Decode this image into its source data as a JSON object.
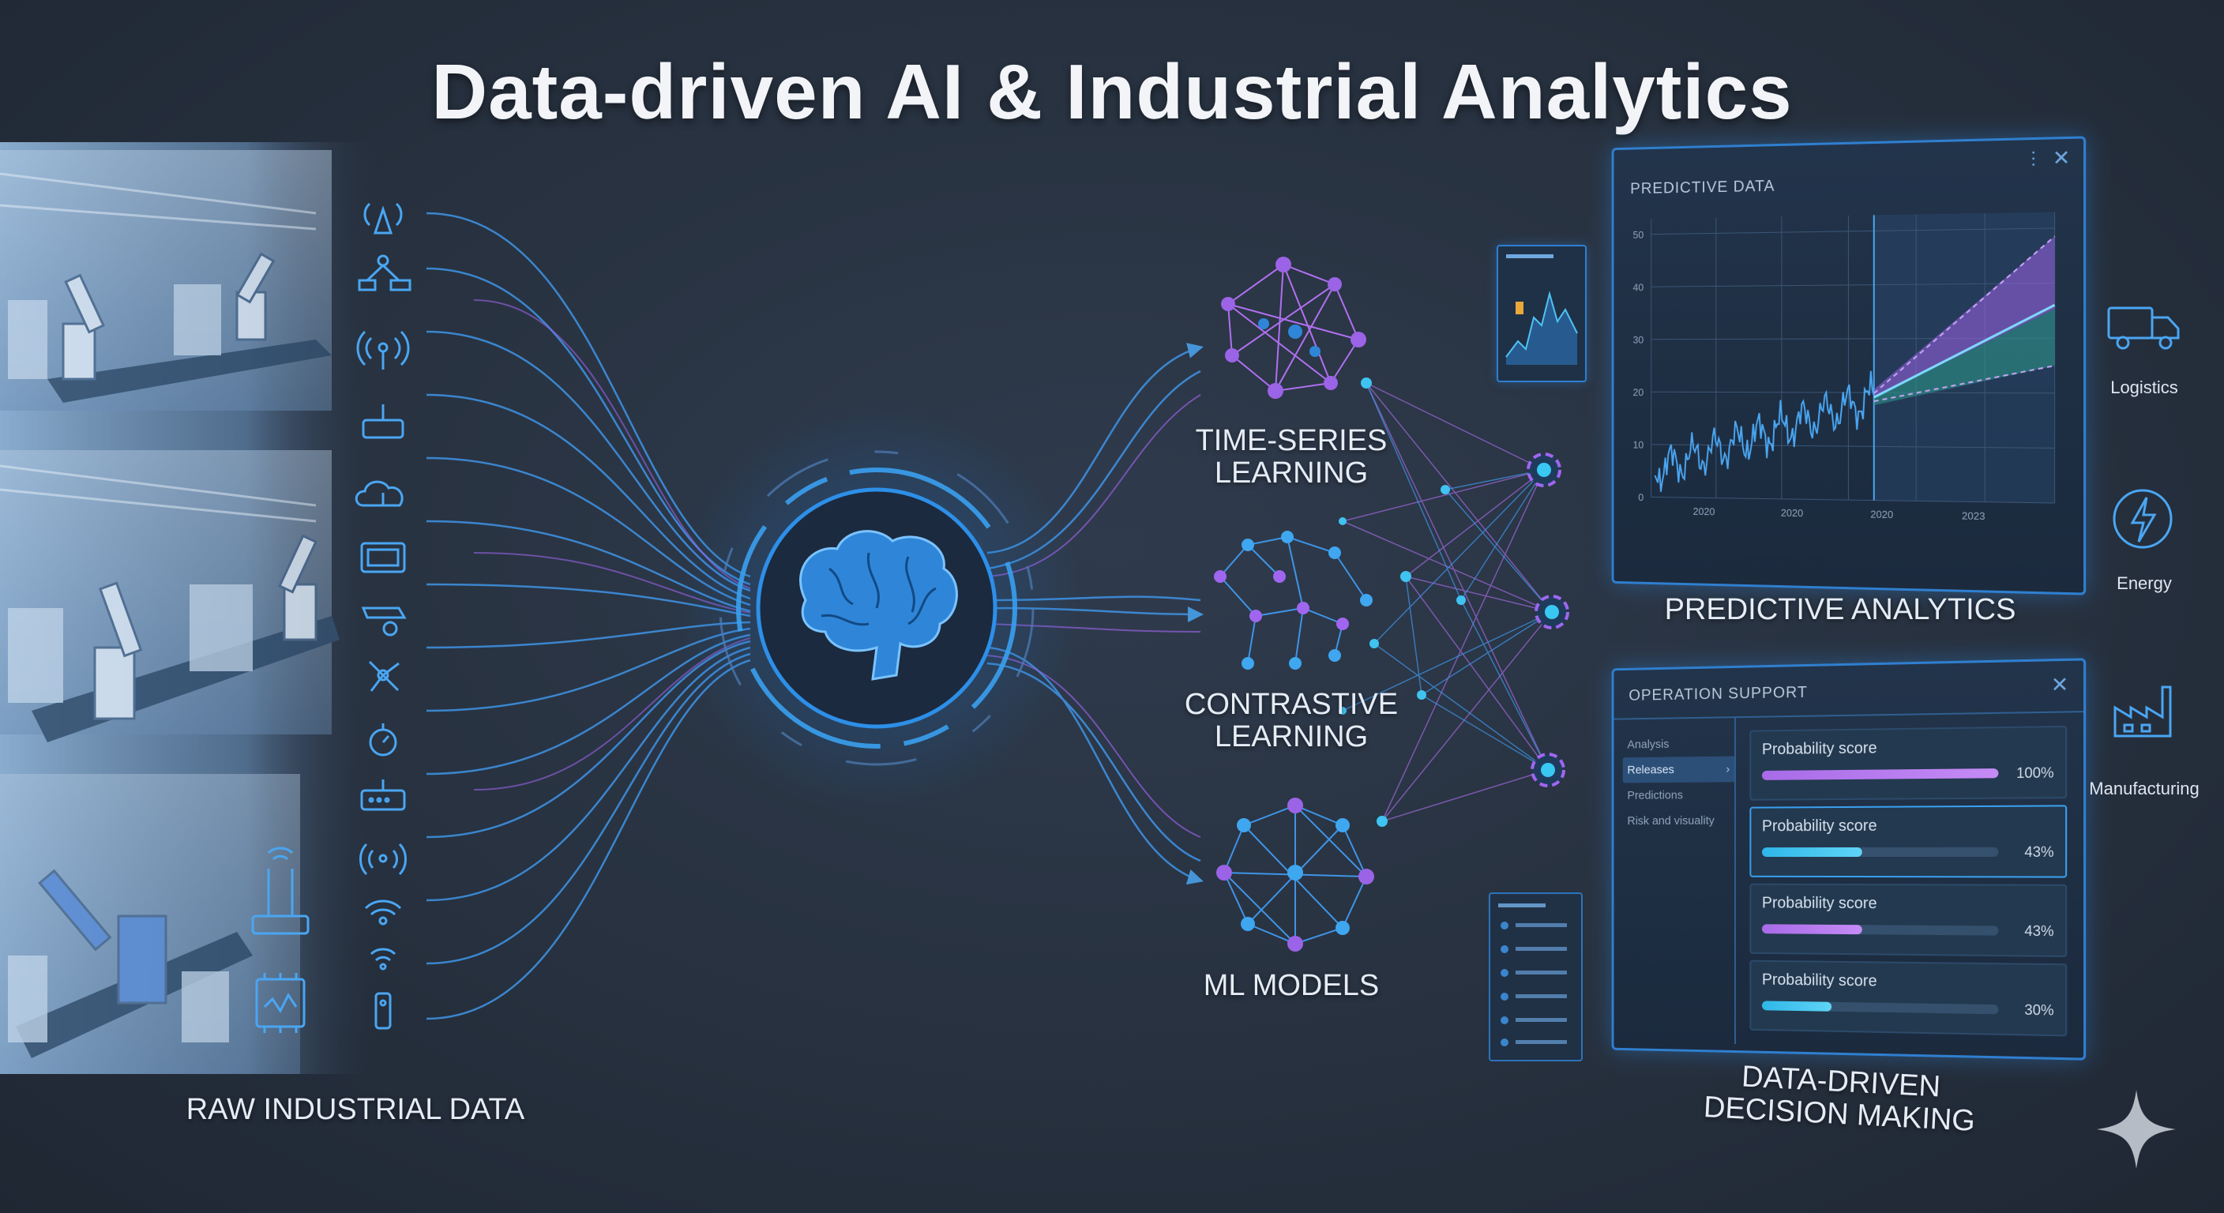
{
  "title": "Data-driven AI & Industrial Analytics",
  "raw_data_label": "RAW INDUSTRIAL DATA",
  "models": [
    {
      "label_line1": "TIME-SERIES",
      "label_line2": "LEARNING"
    },
    {
      "label_line1": "CONTRASTIVE",
      "label_line2": "LEARNING"
    },
    {
      "label_line1": "ML MODELS",
      "label_line2": ""
    }
  ],
  "predictive": {
    "chart_title": "PREDICTIVE DATA",
    "section_label": "PREDICTIVE ANALYTICS",
    "y_ticks": [
      "50",
      "40",
      "30",
      "20",
      "10",
      "0"
    ],
    "x_ticks": [
      "2020",
      "2020",
      "2020",
      "2023"
    ]
  },
  "decision": {
    "panel_title": "OPERATION SUPPORT",
    "menu": [
      "Analysis",
      "Releases",
      "Predictions",
      "Risk and visuality"
    ],
    "scores": [
      {
        "label": "Probability score",
        "value": "100%",
        "fraction": 1.0,
        "color": "#a86be8"
      },
      {
        "label": "Probability score",
        "value": "43%",
        "fraction": 0.43,
        "color": "#2fb7e8"
      },
      {
        "label": "Probability score",
        "value": "43%",
        "fraction": 0.43,
        "color": "#a86be8"
      },
      {
        "label": "Probability score",
        "value": "30%",
        "fraction": 0.3,
        "color": "#2fb7e8"
      }
    ],
    "section_label_line1": "DATA-DRIVEN",
    "section_label_line2": "DECISION MAKING"
  },
  "industries": [
    "Logistics",
    "Energy",
    "Manufacturing"
  ],
  "colors": {
    "accent_blue": "#3ea0f0",
    "accent_purple": "#9b63e6",
    "cyan": "#35d2f0",
    "background": "#27313f"
  }
}
